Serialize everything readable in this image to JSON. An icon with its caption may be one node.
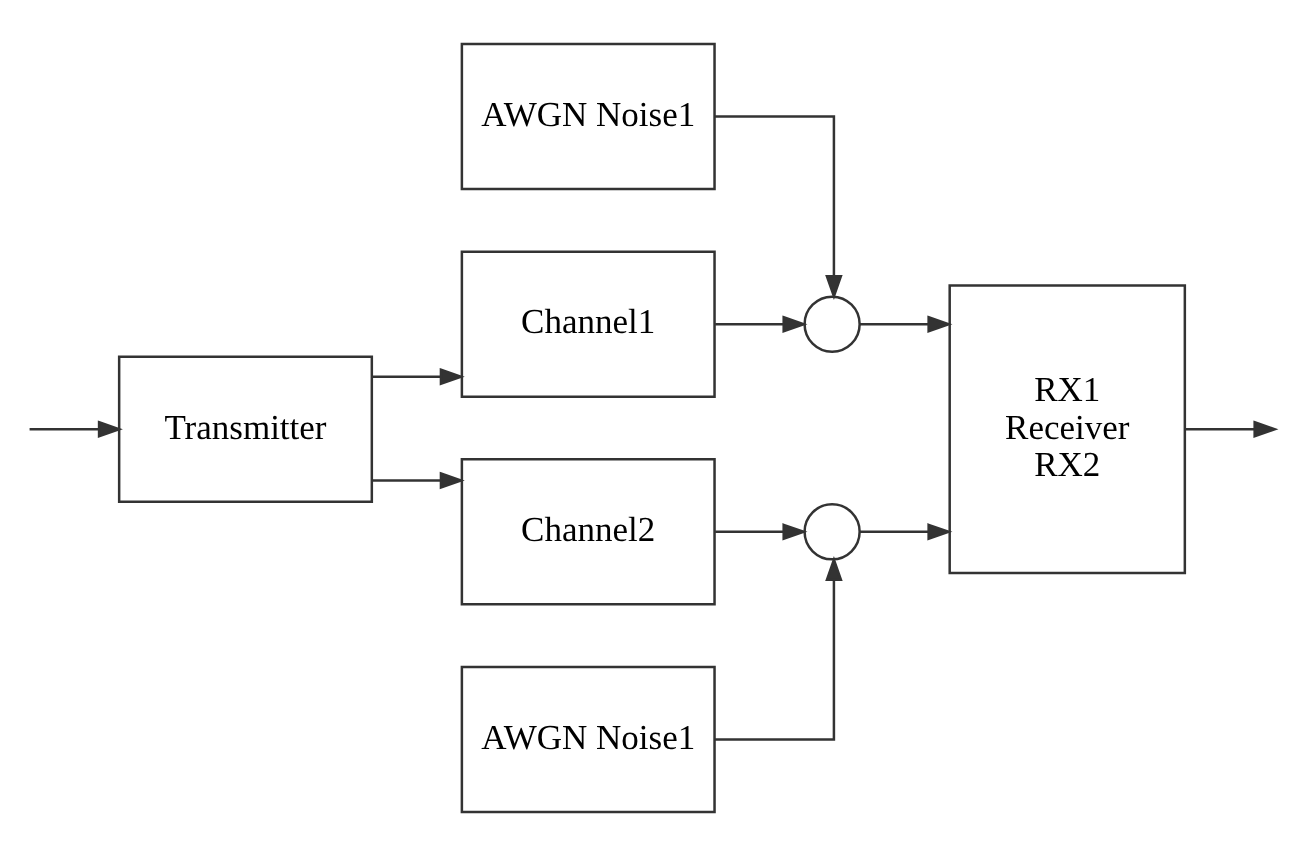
{
  "diagram": {
    "nodes": [
      {
        "text": [
          "AWGN Noise1"
        ]
      },
      {
        "text": [
          "Transmitter"
        ]
      },
      {
        "text": [
          "Channel1"
        ]
      },
      {
        "text": [],
        "shape": "circle"
      },
      {
        "text": [
          "RX1",
          "Receiver",
          "RX2"
        ]
      },
      {
        "text": [
          "Channel2"
        ]
      },
      {
        "text": [],
        "shape": "circle"
      },
      {
        "text": [
          "AWGN Noise1"
        ]
      }
    ],
    "edges": [
      {
        "from": null,
        "to": 1,
        "arrow": "to"
      },
      {
        "from": 1,
        "to": 2,
        "arrow": "to"
      },
      {
        "from": 1,
        "to": 5,
        "arrow": "to"
      },
      {
        "from": 0,
        "to": 3,
        "arrow": "to"
      },
      {
        "from": 2,
        "to": 3,
        "arrow": "to"
      },
      {
        "from": 3,
        "to": 4,
        "arrow": "to"
      },
      {
        "from": 5,
        "to": 6,
        "arrow": "to"
      },
      {
        "from": 7,
        "to": 6,
        "arrow": "to"
      },
      {
        "from": 6,
        "to": 4,
        "arrow": "to"
      },
      {
        "from": 4,
        "to": null,
        "arrow": "to"
      }
    ]
  }
}
